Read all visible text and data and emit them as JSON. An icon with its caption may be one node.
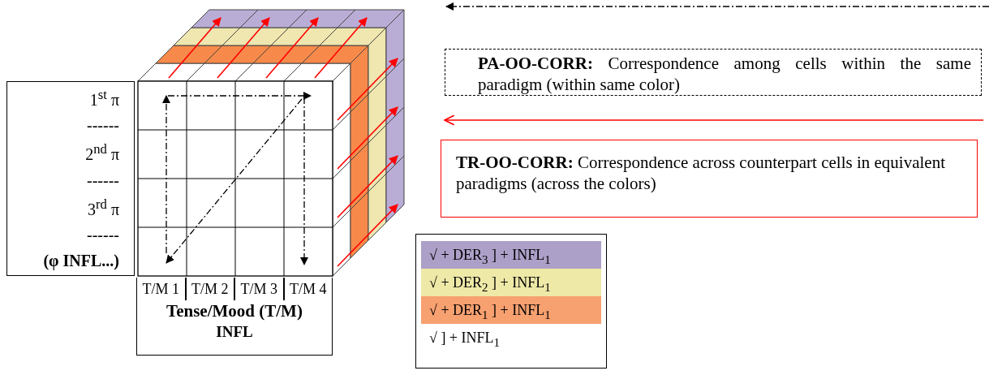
{
  "diagram": {
    "nodes": [
      {
        "text": [
          "1$^{st}$ π",
          "------",
          "2$^{nd}$ π",
          "------",
          "3$^{rd}$ π",
          "------",
          "(φ INFL...)"
        ]
      },
      {
        "text": [
          "T/M 1",
          "T/M 2",
          "T/M 3",
          "T/M 4",
          "Tense/Mood (T/M)",
          "INFL"
        ]
      },
      {
        "text": [
          "√ ] + INFL$_{1}$"
        ]
      },
      {
        "text": [
          "√ + DER$_{1}$ ] + INFL$_{1}$"
        ],
        "in": 2
      },
      {
        "text": [
          "√ + DER$_{2}$ ] + INFL$_{1}$"
        ],
        "in": 2
      },
      {
        "text": [
          "√ + DER$_{3}$ ] + INFL$_{1}$"
        ],
        "in": 2
      },
      {
        "text": [
          "**PA-OO-CORR:** Correspondence among cells within the same paradigm (within same color)"
        ]
      },
      {
        "text": [
          "**TR-OO-CORR:** Correspondence across counterpart cells in equivalent paradigms (across the colors)"
        ]
      }
    ]
  }
}
